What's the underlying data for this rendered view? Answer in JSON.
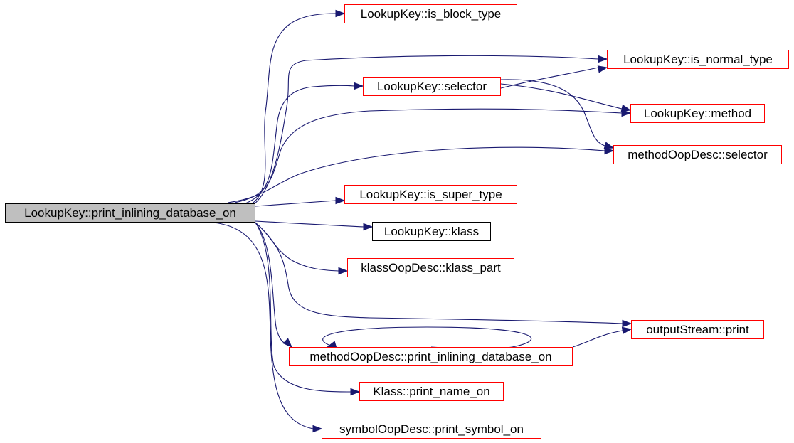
{
  "diagram": {
    "nodes": [
      {
        "id": "root",
        "label": "LookupKey::print_inlining_database_on",
        "style": "root"
      },
      {
        "id": "is_block_type",
        "label": "LookupKey::is_block_type",
        "style": "red"
      },
      {
        "id": "is_normal_type",
        "label": "LookupKey::is_normal_type",
        "style": "red"
      },
      {
        "id": "lk_selector",
        "label": "LookupKey::selector",
        "style": "red"
      },
      {
        "id": "lk_method",
        "label": "LookupKey::method",
        "style": "red"
      },
      {
        "id": "mod_selector",
        "label": "methodOopDesc::selector",
        "style": "red"
      },
      {
        "id": "is_super_type",
        "label": "LookupKey::is_super_type",
        "style": "red"
      },
      {
        "id": "lk_klass",
        "label": "LookupKey::klass",
        "style": "black"
      },
      {
        "id": "klass_part",
        "label": "klassOopDesc::klass_part",
        "style": "red"
      },
      {
        "id": "os_print",
        "label": "outputStream::print",
        "style": "red"
      },
      {
        "id": "mod_print",
        "label": "methodOopDesc::print_inlining_database_on",
        "style": "red"
      },
      {
        "id": "print_name_on",
        "label": "Klass::print_name_on",
        "style": "red"
      },
      {
        "id": "print_symbol_on",
        "label": "symbolOopDesc::print_symbol_on",
        "style": "red"
      }
    ],
    "edges": [
      {
        "from": "root",
        "to": "is_block_type"
      },
      {
        "from": "root",
        "to": "is_normal_type"
      },
      {
        "from": "root",
        "to": "lk_selector"
      },
      {
        "from": "root",
        "to": "lk_method"
      },
      {
        "from": "root",
        "to": "mod_selector"
      },
      {
        "from": "root",
        "to": "is_super_type"
      },
      {
        "from": "root",
        "to": "lk_klass"
      },
      {
        "from": "root",
        "to": "klass_part"
      },
      {
        "from": "root",
        "to": "os_print"
      },
      {
        "from": "root",
        "to": "mod_print"
      },
      {
        "from": "root",
        "to": "print_name_on"
      },
      {
        "from": "root",
        "to": "print_symbol_on"
      },
      {
        "from": "lk_selector",
        "to": "is_normal_type"
      },
      {
        "from": "lk_selector",
        "to": "lk_method"
      },
      {
        "from": "lk_selector",
        "to": "mod_selector"
      },
      {
        "from": "mod_print",
        "to": "mod_print"
      },
      {
        "from": "mod_print",
        "to": "os_print"
      }
    ],
    "colors": {
      "edge": "#191970",
      "node_border_red": "#ff0000",
      "node_border_black": "#000000",
      "root_fill": "#bfbfbf"
    }
  }
}
